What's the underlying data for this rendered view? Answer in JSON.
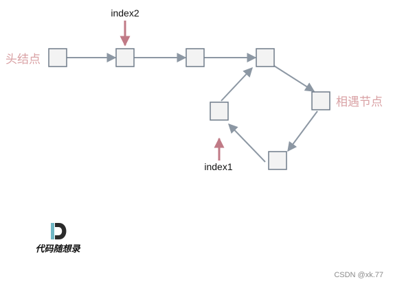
{
  "labels": {
    "head_node": "头结点",
    "meeting_node": "相遇节点",
    "index1": "index1",
    "index2": "index2"
  },
  "brand": {
    "logo_letter": "D",
    "name": "代码随想录"
  },
  "watermark": "CSDN @xk.77",
  "colors": {
    "node_fill": "#f3f3f3",
    "node_stroke": "#6f7b89",
    "edge": "#8c97a3",
    "pointer": "#c07a86",
    "label_pink": "#d9a1a4",
    "logo_dark": "#2b2b2b",
    "logo_accent": "#6fb7c4"
  }
}
